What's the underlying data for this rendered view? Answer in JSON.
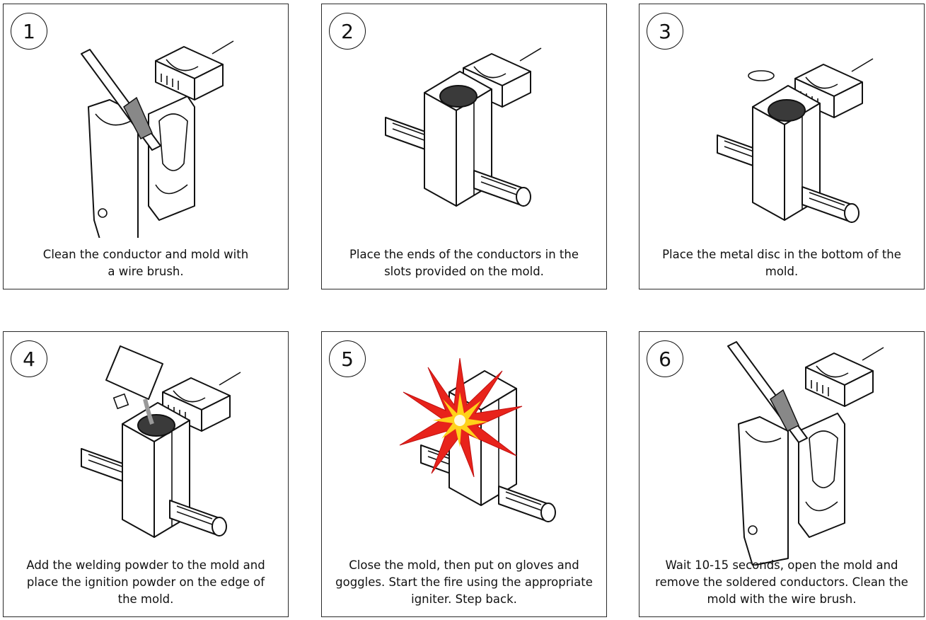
{
  "steps": [
    {
      "number": "1",
      "caption_lines": [
        "Clean the conductor and mold with",
        "a wire brush."
      ]
    },
    {
      "number": "2",
      "caption_lines": [
        "Place the ends of the conductors in the",
        "slots provided on the mold."
      ]
    },
    {
      "number": "3",
      "caption_lines": [
        "Place the metal disc in the bottom of the",
        "mold."
      ]
    },
    {
      "number": "4",
      "caption_lines": [
        "Add the welding powder to the mold and",
        "place the ignition powder on the edge of",
        "the mold."
      ]
    },
    {
      "number": "5",
      "caption_lines": [
        "Close the mold, then put on gloves and",
        "goggles. Start the fire using the appropriate",
        "igniter. Step back."
      ]
    },
    {
      "number": "6",
      "caption_lines": [
        "Wait 10-15 seconds, open the mold and",
        "remove the soldered conductors. Clean the",
        "mold with the wire brush."
      ]
    }
  ],
  "colors": {
    "border": "#2a2a2a",
    "ink": "#111111",
    "disc": "#3a3a3a",
    "flash_outer": "#e8231b",
    "flash_inner": "#ffd21a"
  }
}
